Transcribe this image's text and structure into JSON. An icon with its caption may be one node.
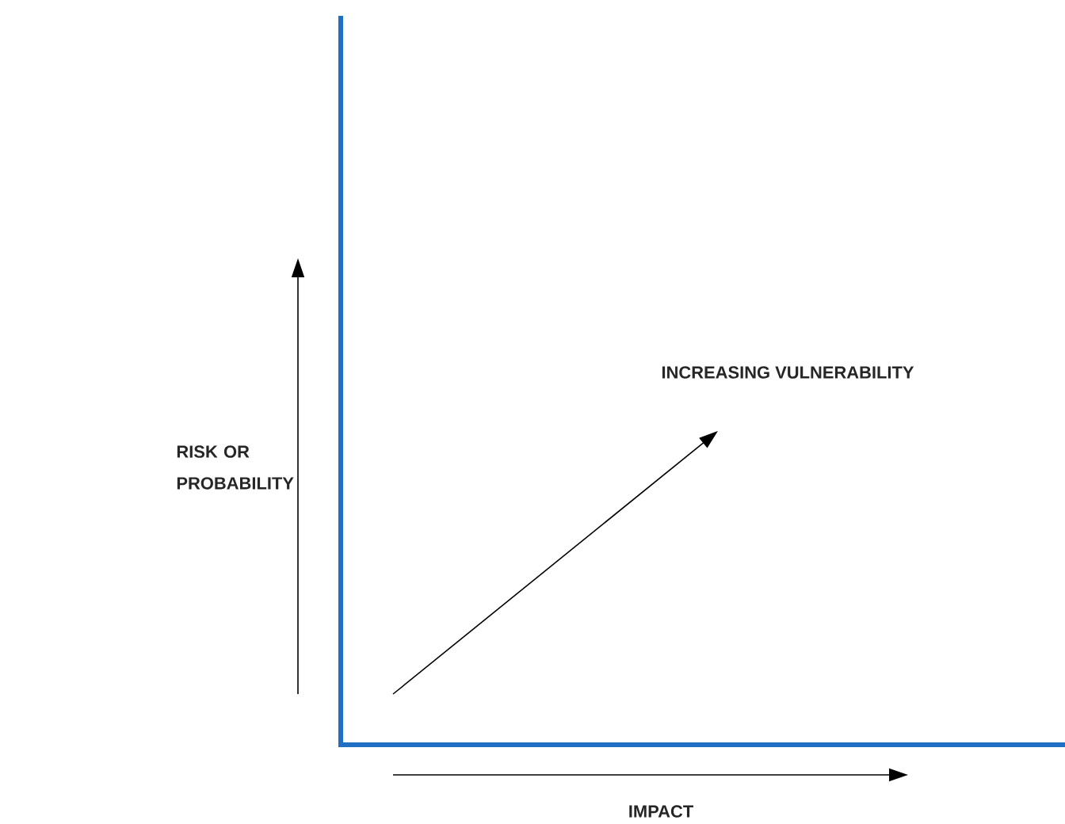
{
  "diagram": {
    "labels": [
      "INCREASING VULNERABILITY",
      "RISK OR PROBABILITY",
      "IMPACT"
    ]
  }
}
